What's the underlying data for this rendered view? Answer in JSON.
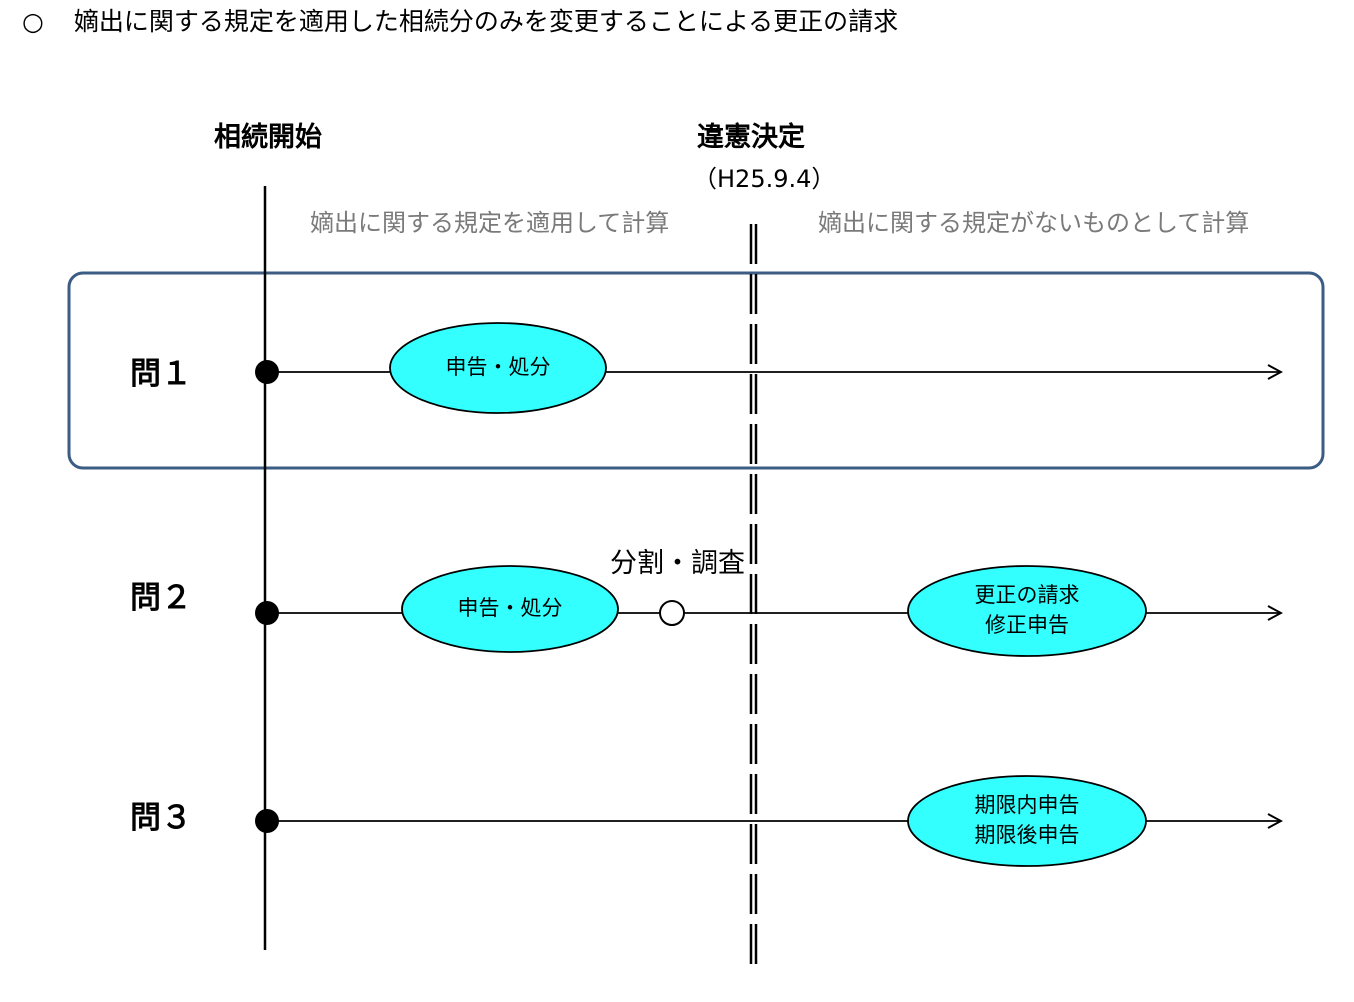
{
  "title": {
    "marker": "○",
    "text": "嫡出に関する規定を適用した相続分のみを変更することによる更正の請求"
  },
  "timeline": {
    "start_label": "相続開始",
    "decision_label": "違憲決定",
    "decision_date": "（H25.9.4）",
    "phase_before": "嫡出に関する規定を適用して計算",
    "phase_after": "嫡出に関する規定がないものとして計算"
  },
  "rows": [
    {
      "label": "問１",
      "events": [
        {
          "lines": [
            "申告・処分"
          ]
        }
      ]
    },
    {
      "label": "問２",
      "events": [
        {
          "lines": [
            "申告・処分"
          ]
        },
        {
          "lines": [
            "更正の請求",
            "修正申告"
          ]
        }
      ],
      "marker_label": "分割・調査"
    },
    {
      "label": "問３",
      "events": [
        {
          "lines": [
            "期限内申告",
            "期限後申告"
          ]
        }
      ]
    }
  ],
  "colors": {
    "oval_fill": "#33ffff",
    "highlight_border": "#3d5c84",
    "phase_text": "#7a7a7a",
    "line": "#000000"
  }
}
